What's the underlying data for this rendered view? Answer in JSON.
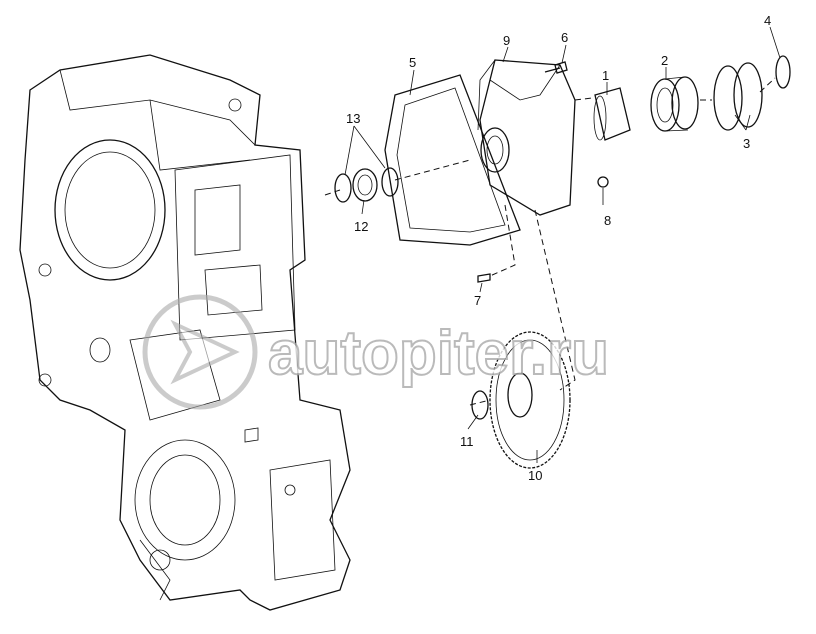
{
  "diagram": {
    "type": "exploded parts diagram",
    "callouts": [
      {
        "id": "1",
        "label": "1"
      },
      {
        "id": "2",
        "label": "2"
      },
      {
        "id": "3",
        "label": "3"
      },
      {
        "id": "4",
        "label": "4"
      },
      {
        "id": "5",
        "label": "5"
      },
      {
        "id": "6",
        "label": "6"
      },
      {
        "id": "7",
        "label": "7"
      },
      {
        "id": "8",
        "label": "8"
      },
      {
        "id": "9",
        "label": "9"
      },
      {
        "id": "10",
        "label": "10"
      },
      {
        "id": "11",
        "label": "11"
      },
      {
        "id": "12",
        "label": "12"
      },
      {
        "id": "13",
        "label": "13"
      }
    ],
    "watermark": "autopiter.ru"
  }
}
